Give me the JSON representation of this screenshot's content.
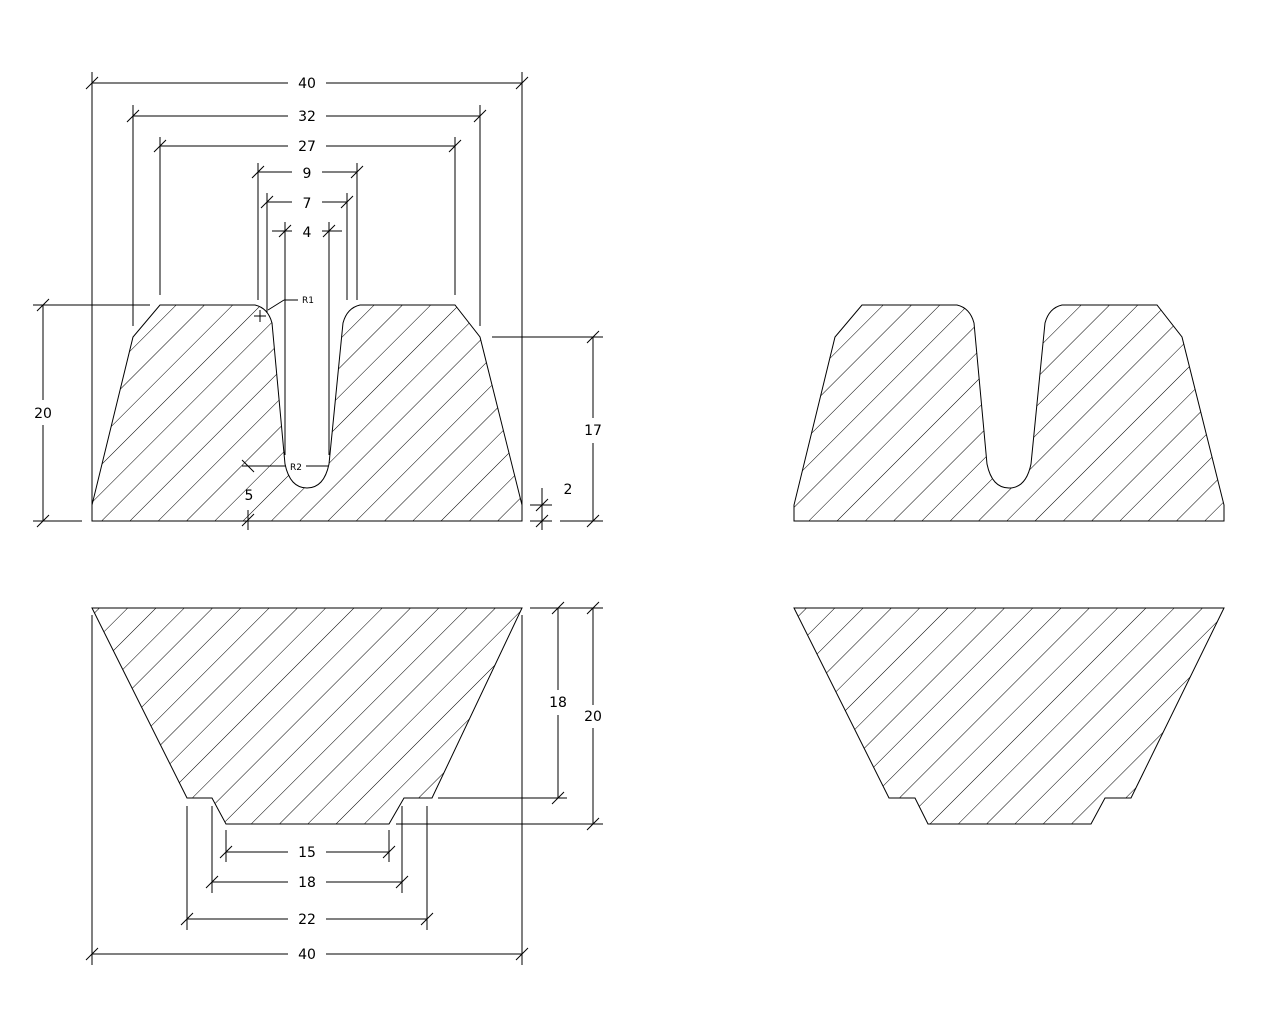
{
  "dimensions": {
    "top_width_40": "40",
    "width_32": "32",
    "width_27": "27",
    "slot_9": "9",
    "slot_7": "7",
    "slot_4": "4",
    "radius_r1": "R1",
    "radius_r2": "R2",
    "depth_5": "5",
    "height_20_left": "20",
    "height_17": "17",
    "height_2": "2",
    "bottom_height_18": "18",
    "bottom_height_20": "20",
    "bottom_15": "15",
    "bottom_18": "18",
    "bottom_22": "22",
    "bottom_width_40": "40"
  }
}
